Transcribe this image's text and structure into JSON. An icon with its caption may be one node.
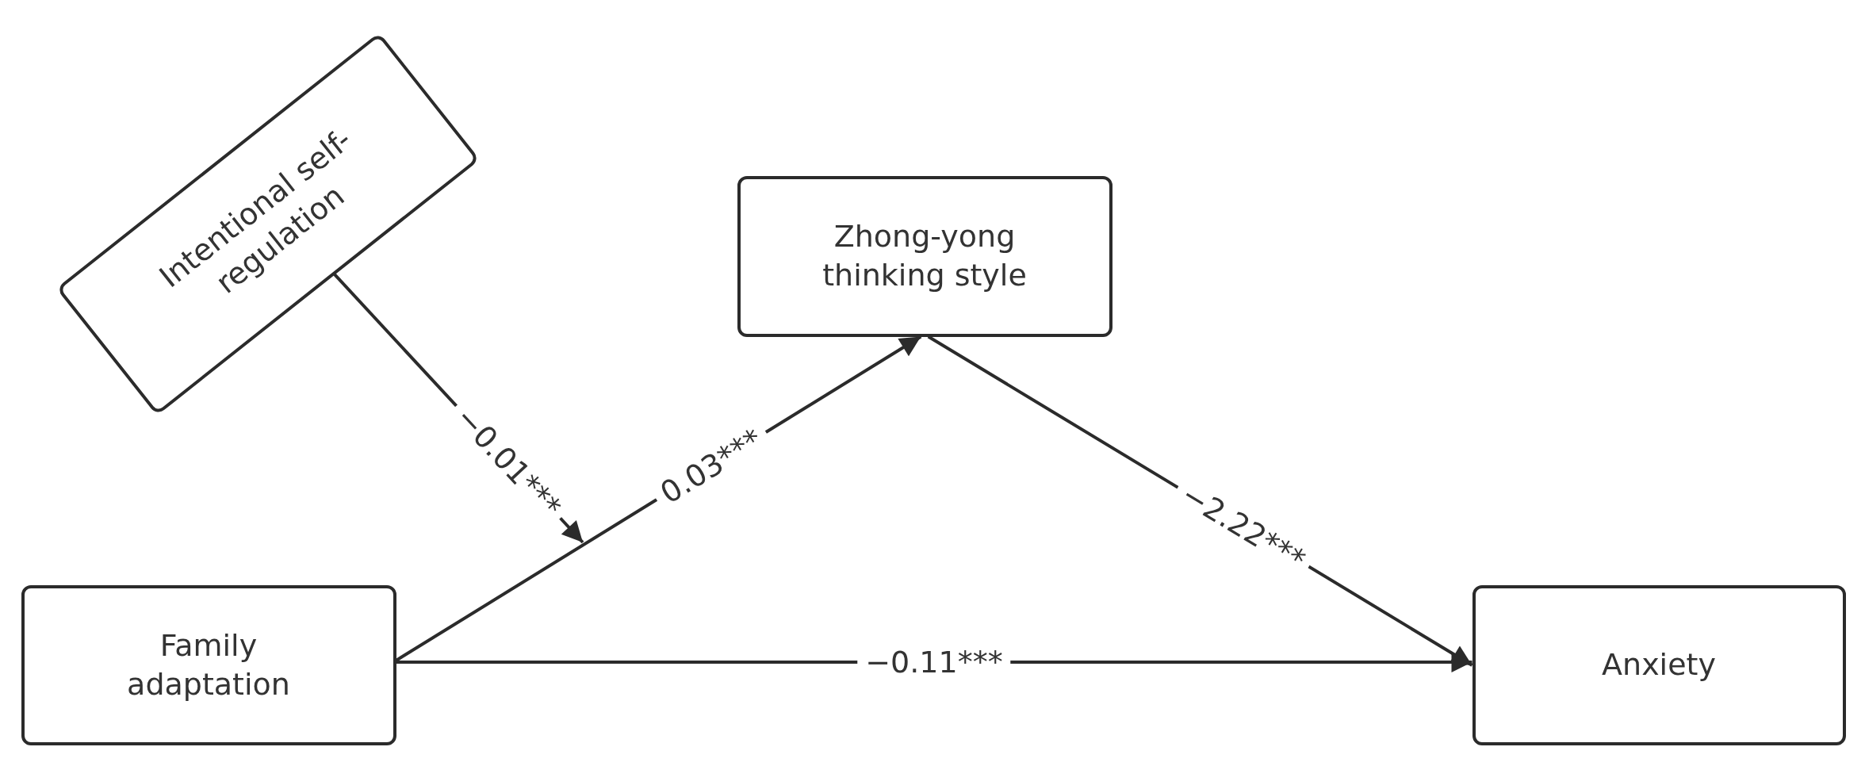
{
  "diagram": {
    "nodes": [
      {
        "text": [
          "Intentional self-regulation"
        ]
      },
      {
        "text": [
          "Zhong-yong thinking style"
        ]
      },
      {
        "text": [
          "Family adaptation"
        ]
      },
      {
        "text": [
          "Anxiety"
        ]
      }
    ],
    "edges": [
      {
        "from": 2,
        "to": 1,
        "arrow": "to",
        "label": "0.03***"
      },
      {
        "from": 1,
        "to": 3,
        "arrow": "to",
        "label": "−2.22***"
      },
      {
        "from": 2,
        "to": 3,
        "arrow": "to",
        "label": "−0.11***"
      },
      {
        "from": 0,
        "to": null,
        "arrow": "to",
        "label": "−0.01***"
      }
    ]
  }
}
